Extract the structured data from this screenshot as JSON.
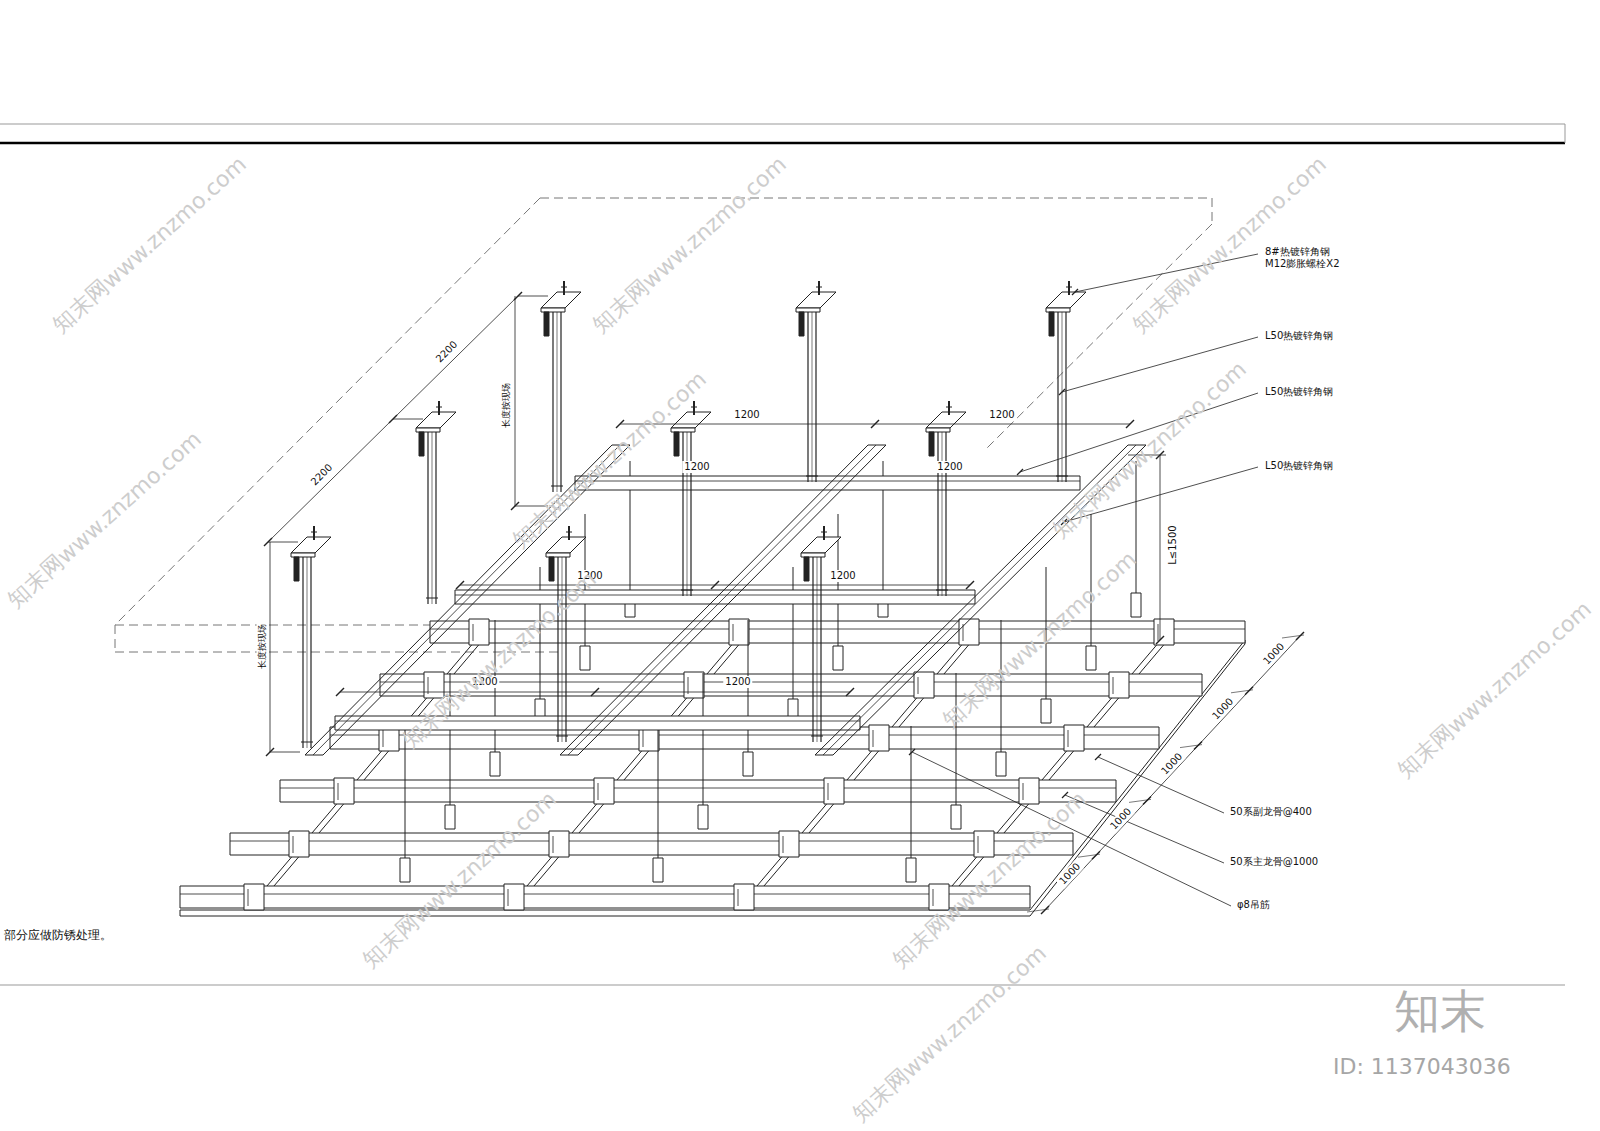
{
  "diagram": {
    "labels": [
      "8#热镀锌角钢 M12膨胀螺栓X2",
      "L50热镀锌角钢",
      "L50热镀锌角钢",
      "L50热镀锌角钢",
      "50系副龙骨@400",
      "50系主龙骨@1000",
      "φ8吊筋",
      "2200",
      "2200",
      "1200",
      "1200",
      "1200",
      "1200",
      "1200",
      "1200",
      "1200",
      "1200",
      "L≤1500",
      "1000",
      "1000",
      "1000",
      "1000",
      "1000",
      "长度按现场",
      "长度按现场",
      "部分应做防锈处理。",
      "知末网www.znzmo.com",
      "知末网www.znzmo.com",
      "知末网www.znzmo.com",
      "知末网www.znzmo.com",
      "知末网www.znzmo.com",
      "知末网www.znzmo.com",
      "知末网www.znzmo.com",
      "知末网www.znzmo.com",
      "知末网www.znzmo.com",
      "知末网www.znzmo.com",
      "知末网www.znzmo.com",
      "知末网www.znzmo.com",
      "知末",
      "ID: 1137043036"
    ]
  }
}
